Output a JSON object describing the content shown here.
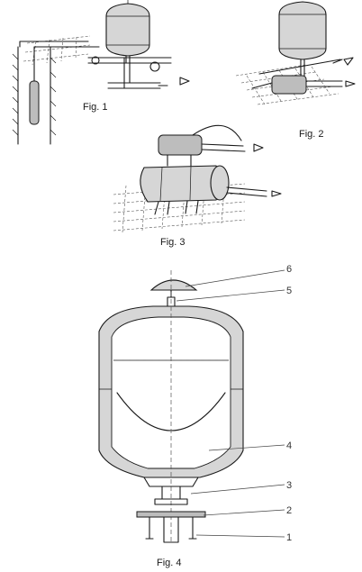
{
  "figures": {
    "fig1": {
      "caption": "Fig. 1"
    },
    "fig2": {
      "caption": "Fig. 2"
    },
    "fig3": {
      "caption": "Fig. 3"
    },
    "fig4": {
      "caption": "Fig. 4"
    }
  },
  "callouts": {
    "c1": "1",
    "c2": "2",
    "c3": "3",
    "c4": "4",
    "c5": "5",
    "c6": "6"
  },
  "colors": {
    "ink": "#1a1a1a",
    "tank_fill": "#d6d6d6",
    "pump_fill": "#bdbdbd"
  }
}
